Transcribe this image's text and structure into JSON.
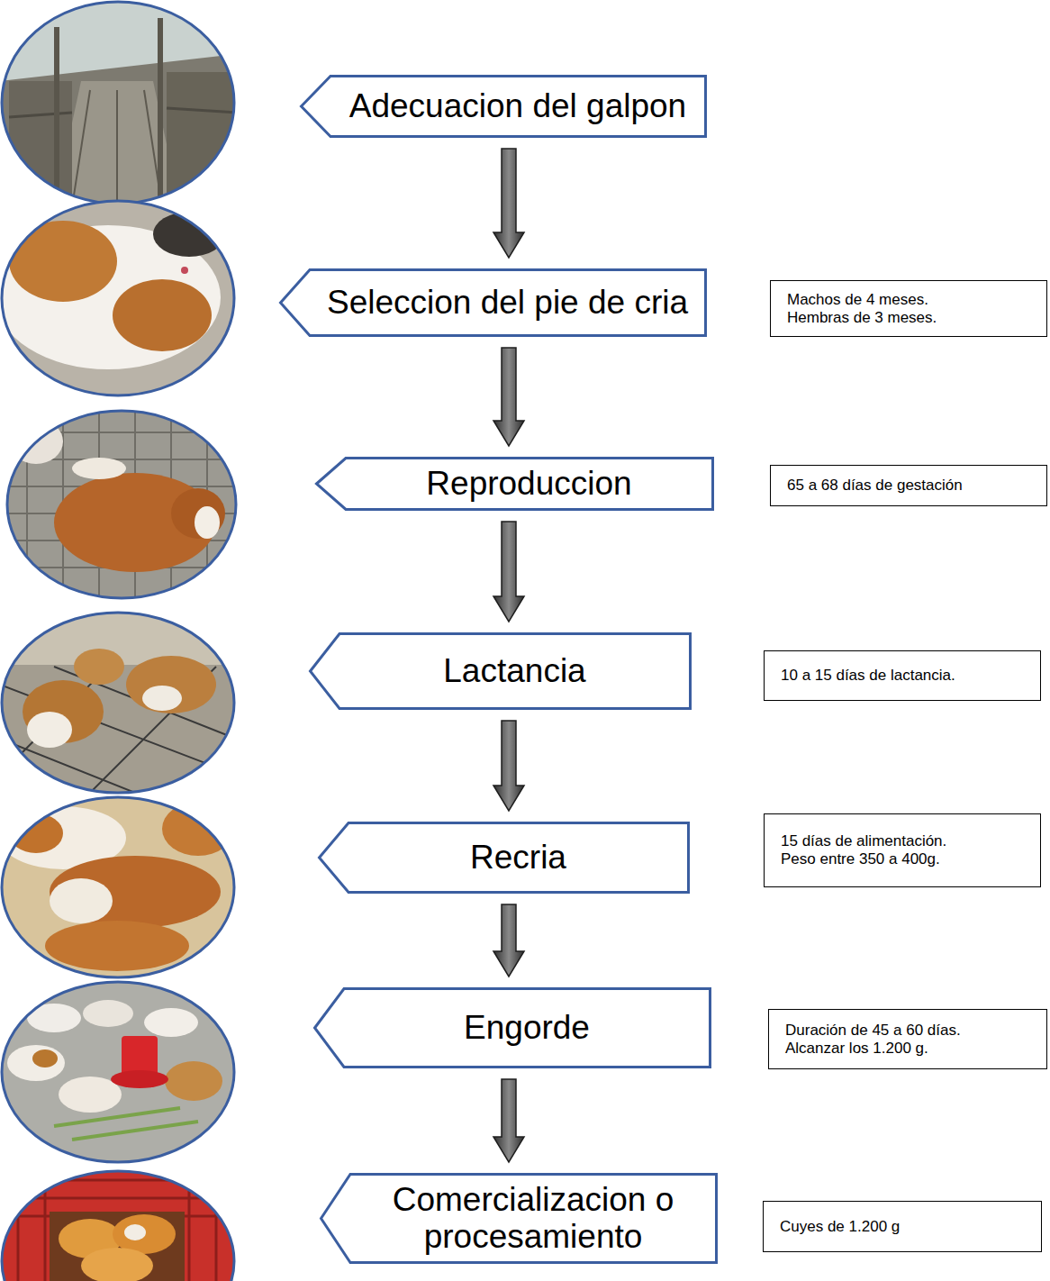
{
  "diagram": {
    "nodes": [
      {
        "text": [
          "Adecuacion del galpon"
        ]
      },
      {
        "text": [
          "Seleccion del pie de cria"
        ]
      },
      {
        "text": [
          "Machos de 4 meses.",
          "Hembras de 3 meses."
        ]
      },
      {
        "text": [
          "Reproduccion"
        ]
      },
      {
        "text": [
          "65 a 68 días de gestación"
        ]
      },
      {
        "text": [
          "Lactancia"
        ]
      },
      {
        "text": [
          "10 a 15 días de lactancia."
        ]
      },
      {
        "text": [
          "Recria"
        ]
      },
      {
        "text": [
          "15 días de alimentación.",
          "Peso entre 350 a 400g."
        ]
      },
      {
        "text": [
          "Engorde"
        ]
      },
      {
        "text": [
          "Duración de 45 a 60 días.",
          "Alcanzar los 1.200 g."
        ]
      },
      {
        "text": [
          "Comercializacion o procesamiento"
        ]
      },
      {
        "text": [
          "Cuyes de 1.200 g"
        ]
      }
    ],
    "edges": [
      {
        "from": 0,
        "to": 1,
        "arrow": "to"
      },
      {
        "from": 1,
        "to": 3,
        "arrow": "to"
      },
      {
        "from": 3,
        "to": 5,
        "arrow": "to"
      },
      {
        "from": 5,
        "to": 7,
        "arrow": "to"
      },
      {
        "from": 7,
        "to": 9,
        "arrow": "to"
      },
      {
        "from": 9,
        "to": 11,
        "arrow": "to"
      }
    ]
  }
}
